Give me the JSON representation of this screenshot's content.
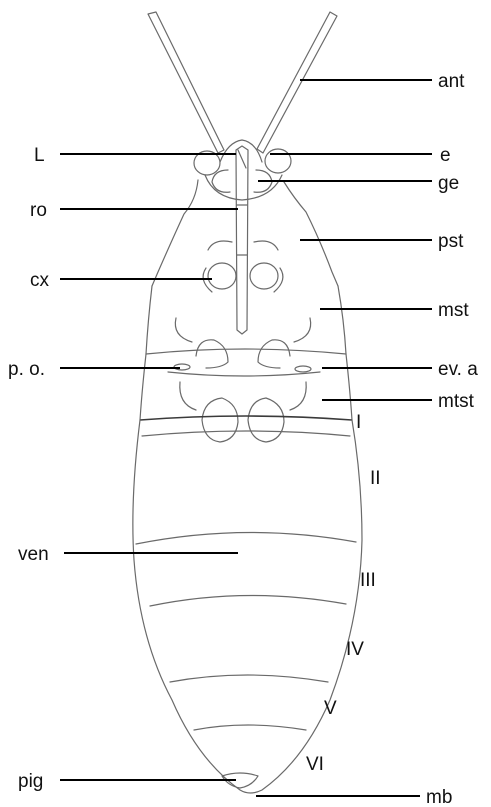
{
  "figure": {
    "labels_left": {
      "L": "L",
      "ro": "ro",
      "cx": "cx",
      "po": "p. o.",
      "ven": "ven",
      "pig": "pig"
    },
    "labels_right": {
      "ant": "ant",
      "e": "e",
      "ge": "ge",
      "pst": "pst",
      "mst": "mst",
      "eva": "ev. a",
      "mtst": "mtst",
      "mb": "mb"
    },
    "segments": [
      "I",
      "II",
      "III",
      "IV",
      "V",
      "VI"
    ],
    "colors": {
      "outline": "#6a6a6a",
      "leader": "#000000",
      "background": "#ffffff"
    }
  }
}
